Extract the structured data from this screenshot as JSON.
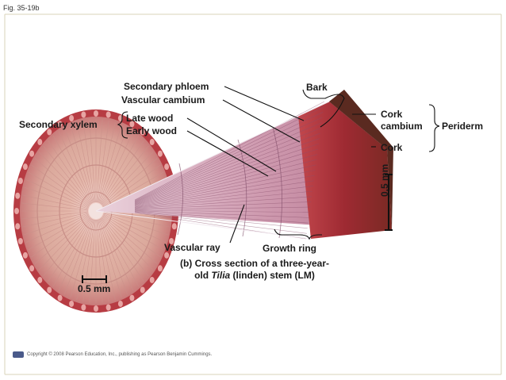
{
  "figure_number": "Fig. 35-19b",
  "labels": {
    "secondary_phloem": "Secondary phloem",
    "vascular_cambium": "Vascular cambium",
    "secondary_xylem": "Secondary xylem",
    "late_wood": "Late wood",
    "early_wood": "Early wood",
    "bark": "Bark",
    "cork_cambium_line1": "Cork",
    "cork_cambium_line2": "cambium",
    "periderm": "Periderm",
    "cork": "Cork",
    "scale_right": "0.5 mm",
    "scale_left": "0.5 mm",
    "vascular_ray": "Vascular ray",
    "growth_ring": "Growth ring"
  },
  "caption": {
    "line1": "(b) Cross section of a three-year-",
    "line2_prefix": "old ",
    "line2_italic": "Tilia",
    "line2_suffix": " (linden) stem (LM)"
  },
  "copyright": "Copyright © 2008 Pearson Education, Inc., publishing as Pearson Benjamin Cummings.",
  "colors": {
    "slide_border": "#d8d3b8",
    "xylem": "#e0b3a4",
    "bark": "#a83238",
    "wedge": "#c88fa4"
  }
}
